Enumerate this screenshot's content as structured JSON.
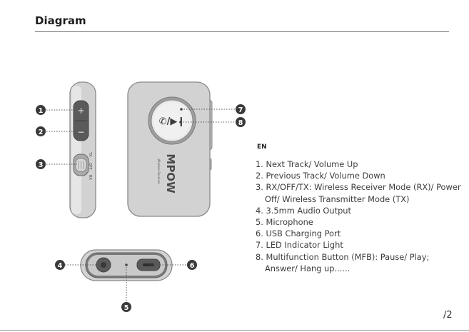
{
  "header": {
    "title": "Diagram"
  },
  "language": "EN",
  "callouts": [
    "1",
    "2",
    "3",
    "4",
    "5",
    "6",
    "7",
    "8"
  ],
  "device": {
    "side_labels": [
      "TX",
      "OFF",
      "RX"
    ],
    "button_symbols": [
      "+",
      "−"
    ],
    "mfb_symbol": "✆/▶❙",
    "brand": "MPOW",
    "brand_sub": "Wireless Receiver"
  },
  "legend": [
    "1. Next Track/ Volume Up",
    "2. Previous Track/ Volume Down",
    "3. RX/OFF/TX: Wireless Receiver Mode (RX)/ Power Off/ Wireless Transmitter Mode (TX)",
    "4. 3.5mm Audio Output",
    "5. Microphone",
    "6. USB Charging Port",
    "7. LED Indicator Light",
    "8. Multifunction Button (MFB): Pause/ Play; Answer/ Hang up......"
  ],
  "page_number": "/2",
  "colors": {
    "device_fill": "#cfcfcf",
    "device_stroke": "#8a8a8a",
    "button_dark": "#555555",
    "callout_fill": "#3a3a3a"
  }
}
